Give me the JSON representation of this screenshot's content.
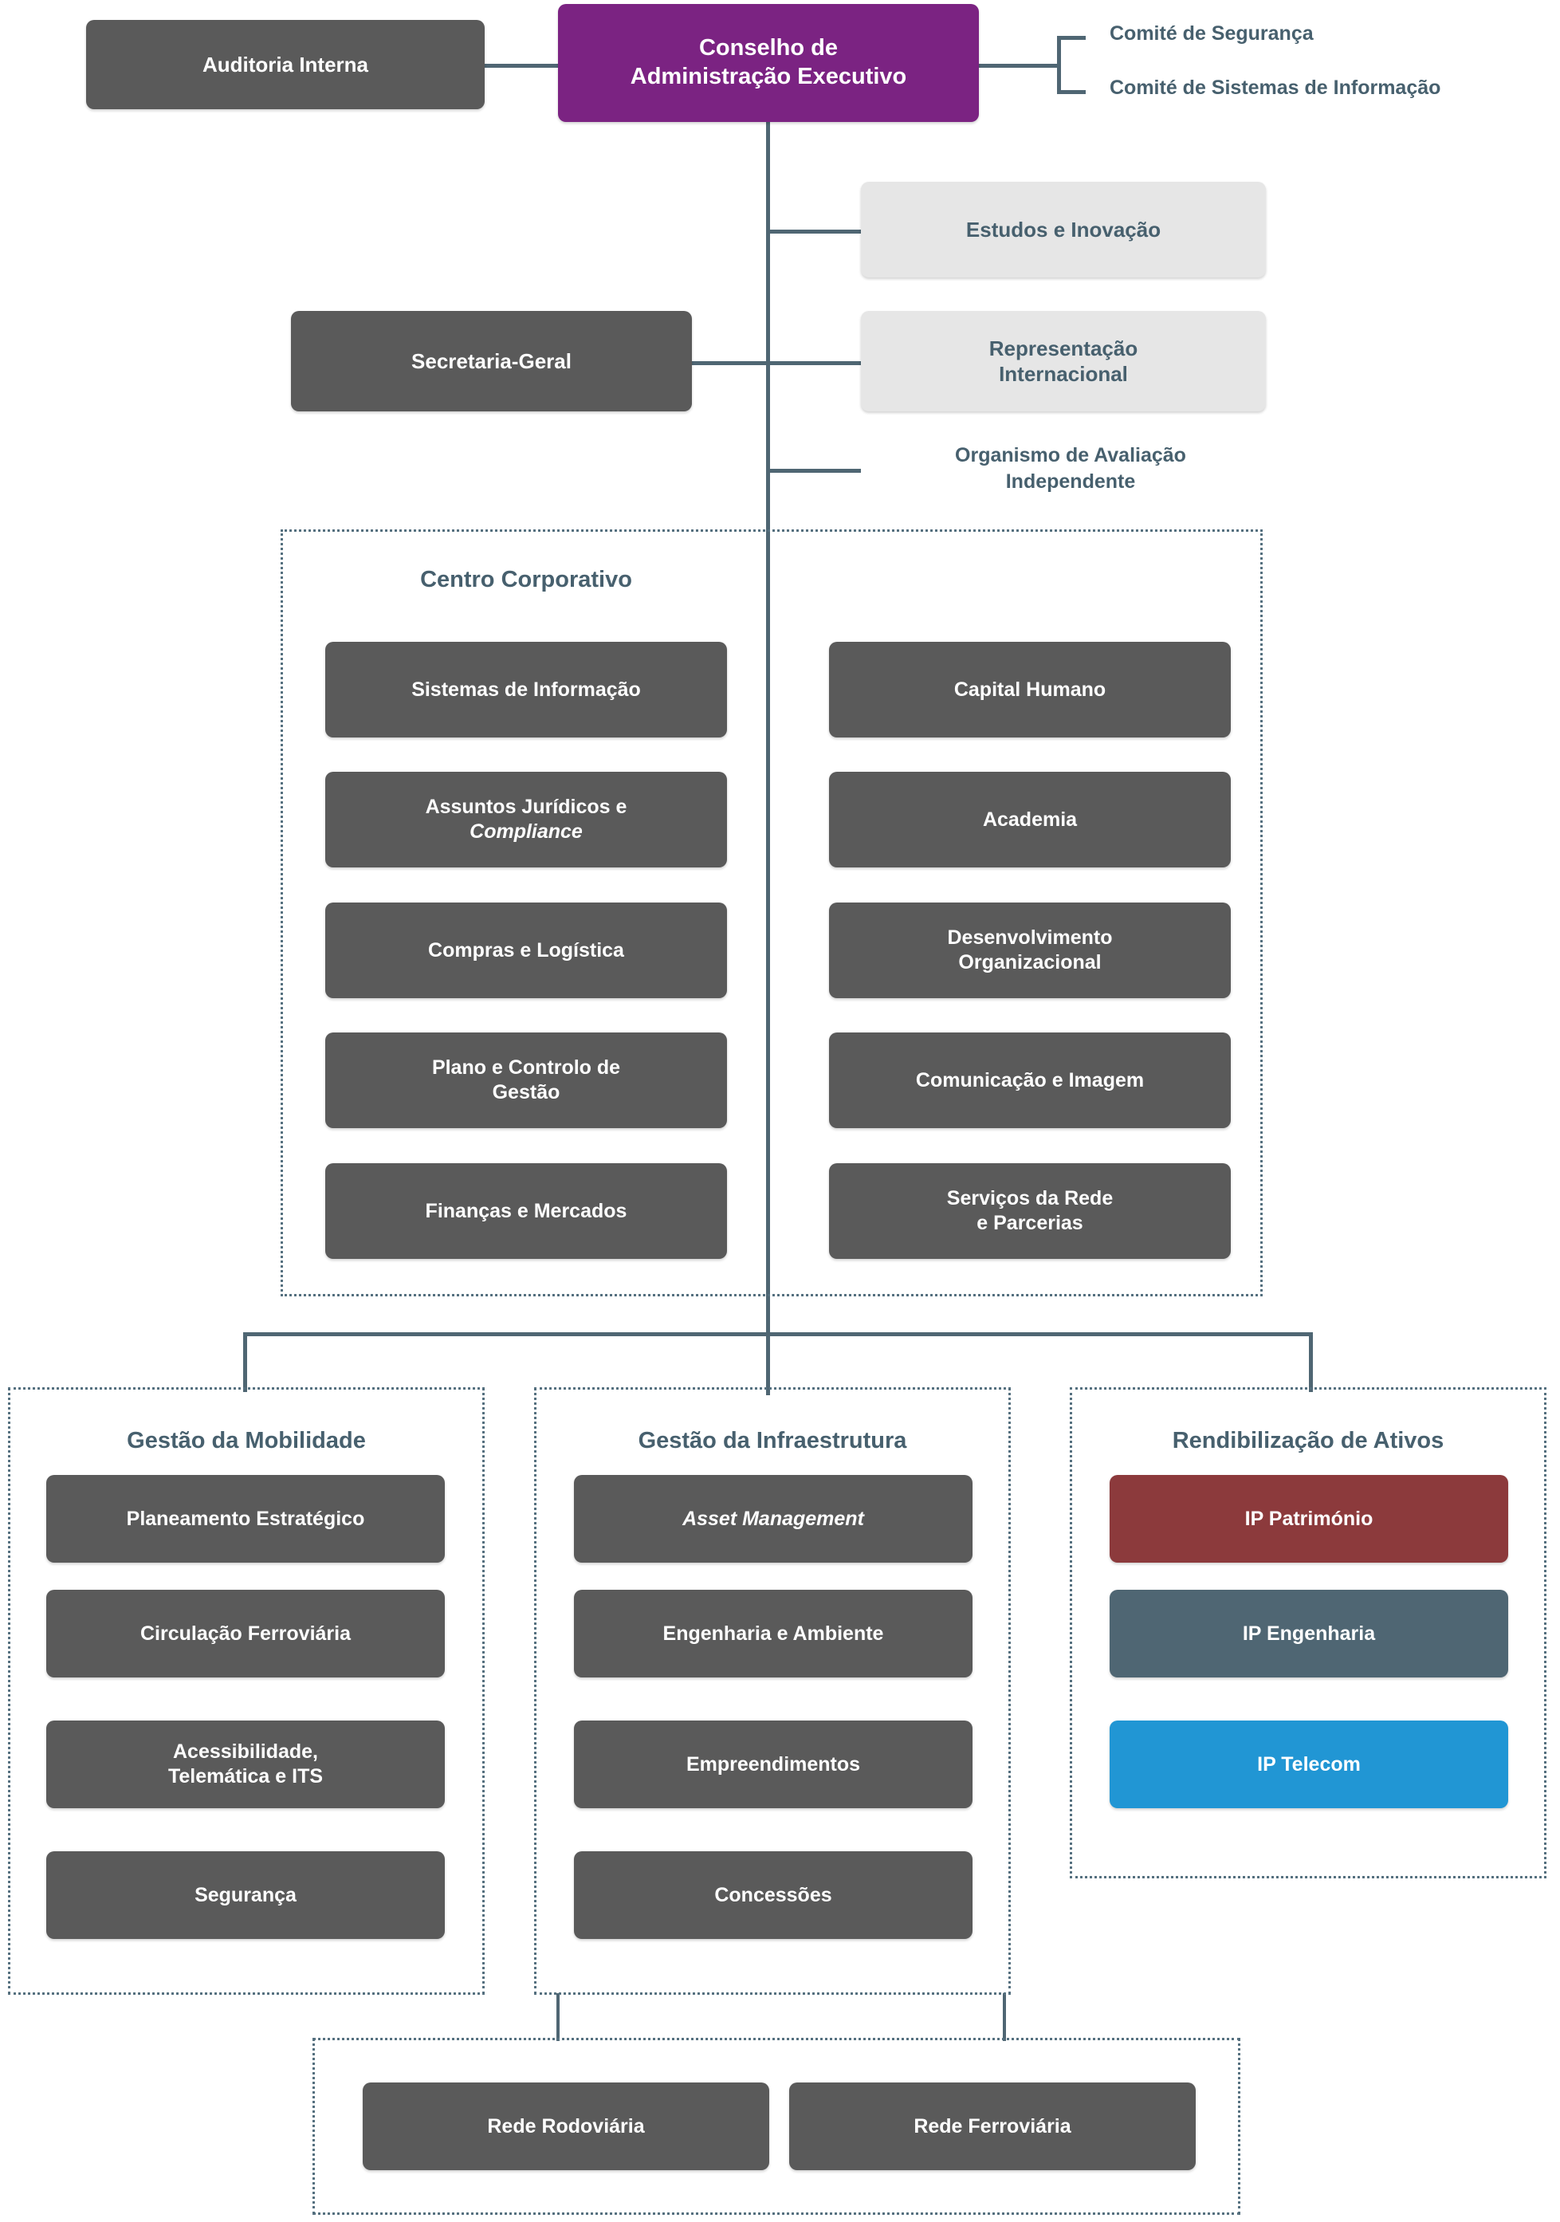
{
  "colors": {
    "executive_board": "#7b2382",
    "standard_unit": "#5a5a5a",
    "advisory_unit": "#e6e6e6",
    "connector": "#4f6673",
    "group_border": "#55707f",
    "heading_text": "#47606e",
    "ip_patrimonio": "#8c3a3c",
    "ip_engenharia": "#4f6673",
    "ip_telecom": "#2196d4"
  },
  "top": {
    "audit": "Auditoria Interna",
    "board_line1": "Conselho de",
    "board_line2": "Administração Executivo",
    "committees": [
      "Comité de Segurança",
      "Comité de Sistemas de Informação"
    ]
  },
  "staff": {
    "secretariat": "Secretaria-Geral",
    "studies_innovation": "Estudos e Inovação",
    "international_line1": "Representação",
    "international_line2": "Internacional",
    "independent_body_line1": "Organismo de Avaliação",
    "independent_body_line2": "Independente"
  },
  "corporate_center": {
    "title": "Centro Corporativo",
    "left_column": [
      {
        "label": "Sistemas de Informação"
      },
      {
        "label": "Assuntos Jurídicos e",
        "label_italic": "Compliance"
      },
      {
        "label": "Compras e Logística"
      },
      {
        "label": "Plano e Controlo de",
        "label2": "Gestão"
      },
      {
        "label": "Finanças e Mercados"
      }
    ],
    "right_column": [
      {
        "label": "Capital Humano"
      },
      {
        "label": "Academia"
      },
      {
        "label": "Desenvolvimento",
        "label2": "Organizacional"
      },
      {
        "label": "Comunicação e Imagem"
      },
      {
        "label": "Serviços da Rede",
        "label2": "e Parcerias"
      }
    ]
  },
  "divisions": {
    "mobility": {
      "title": "Gestão da Mobilidade",
      "items": [
        {
          "label": "Planeamento Estratégico"
        },
        {
          "label": "Circulação Ferroviária"
        },
        {
          "label": "Acessibilidade,",
          "label2": "Telemática e ITS"
        },
        {
          "label": "Segurança"
        }
      ]
    },
    "infrastructure": {
      "title": "Gestão da Infraestrutura",
      "items": [
        {
          "label": "Asset Management",
          "italic": true
        },
        {
          "label": "Engenharia e Ambiente"
        },
        {
          "label": "Empreendimentos"
        },
        {
          "label": "Concessões"
        }
      ]
    },
    "assets": {
      "title": "Rendibilização de Ativos",
      "items": [
        {
          "label": "IP Património",
          "color_key": "ip_patrimonio"
        },
        {
          "label": "IP Engenharia",
          "color_key": "ip_engenharia"
        },
        {
          "label": "IP Telecom",
          "color_key": "ip_telecom"
        }
      ]
    }
  },
  "networks": {
    "items": [
      {
        "label": "Rede Rodoviária"
      },
      {
        "label": "Rede Ferroviária"
      }
    ]
  }
}
